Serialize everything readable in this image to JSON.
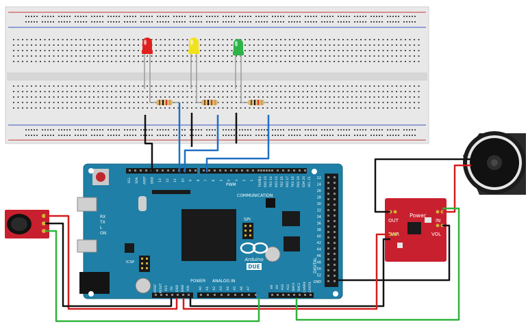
{
  "board": {
    "model": "DUE",
    "brand": "Arduino",
    "color": "#1f7fa6",
    "header_top_labels": [
      "SCL",
      "SDA",
      "AREF",
      "GND",
      "13",
      "12",
      "11",
      "10",
      "9",
      "8",
      "7",
      "6",
      "5",
      "4",
      "3",
      "2",
      "1",
      "0"
    ],
    "pwm_label": "PWM",
    "comm_label": "COMMUNICATION",
    "comm_pins": [
      "TX0 14",
      "RX0 15",
      "TX3 14",
      "RX3 15",
      "TX2 16",
      "RX2 17",
      "TX1 18",
      "RX1 19",
      "SDA 20",
      "SCL 21"
    ],
    "spi_label": "SPI",
    "icsp_label": "ICSP",
    "led_labels": [
      "RX",
      "TX",
      "L",
      "ON"
    ],
    "power_label": "POWER",
    "analog_label": "ANALOG IN",
    "digital_label": "DIGITAL",
    "power_pins": [
      "IOREF",
      "RESET",
      "3V3",
      "5V",
      "GND",
      "GND",
      "VIN"
    ],
    "analog_pins": [
      "A0",
      "A1",
      "A2",
      "A3",
      "A4",
      "A5",
      "A6",
      "A7"
    ],
    "bottom_right_pins": [
      "A8",
      "A9",
      "A10",
      "A11",
      "DAC0",
      "DAC1",
      "CANRX",
      "CANTX"
    ],
    "right_header_numbers": [
      "22",
      "24",
      "26",
      "28",
      "30",
      "32",
      "34",
      "36",
      "38",
      "40",
      "42",
      "44",
      "46",
      "48",
      "50",
      "52",
      "GND"
    ]
  },
  "amplifier": {
    "title": "Power",
    "labels": [
      "OUT",
      "PWR",
      "IN",
      "VOL"
    ],
    "color": "#c8202e"
  },
  "leds": [
    {
      "name": "red",
      "color": "#e02020"
    },
    {
      "name": "yellow",
      "color": "#f2e21c"
    },
    {
      "name": "green",
      "color": "#2cb34a"
    }
  ],
  "wire_colors": {
    "black": "#111111",
    "blue": "#1f6fc4",
    "red": "#d31c1c",
    "green": "#2fb33a"
  }
}
